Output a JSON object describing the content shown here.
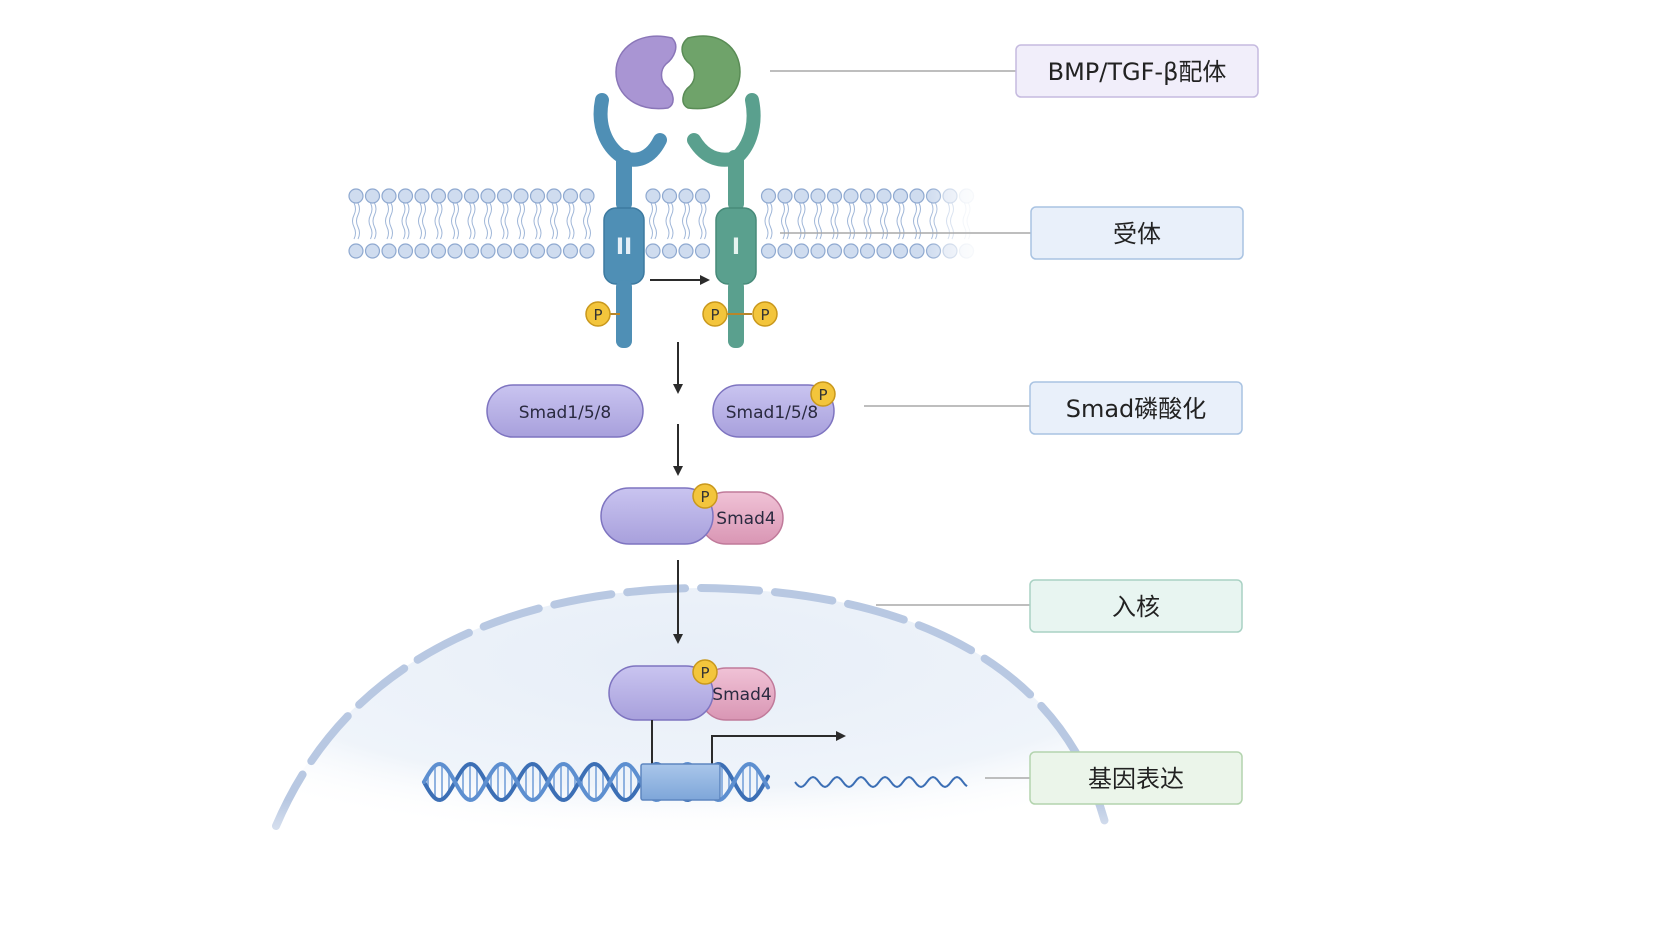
{
  "labels": {
    "ligand": "BMP/TGF-β配体",
    "receptor": "受体",
    "smad_phos": "Smad磷酸化",
    "nuclear_entry": "入核",
    "gene_expression": "基因表达"
  },
  "receptors": {
    "type2": "II",
    "type1": "I"
  },
  "molecules": {
    "smad158_left": "Smad1/5/8",
    "smad158_right": "Smad1/5/8",
    "smad4_cyto": "Smad4",
    "smad4_nuc": "Smad4",
    "phospho": "P"
  },
  "colors": {
    "ligand_purple": "#a995d3",
    "ligand_green": "#6fa36a",
    "receptor_blue": "#4f8fb5",
    "receptor_teal": "#5aa08e",
    "smad_purple": "#b9b3e6",
    "smad4_pink": "#e6aac5",
    "phospho_yellow": "#f3c53c",
    "dna_blue": "#3c6fb5",
    "nucleus_fill": "#eef3fa"
  }
}
